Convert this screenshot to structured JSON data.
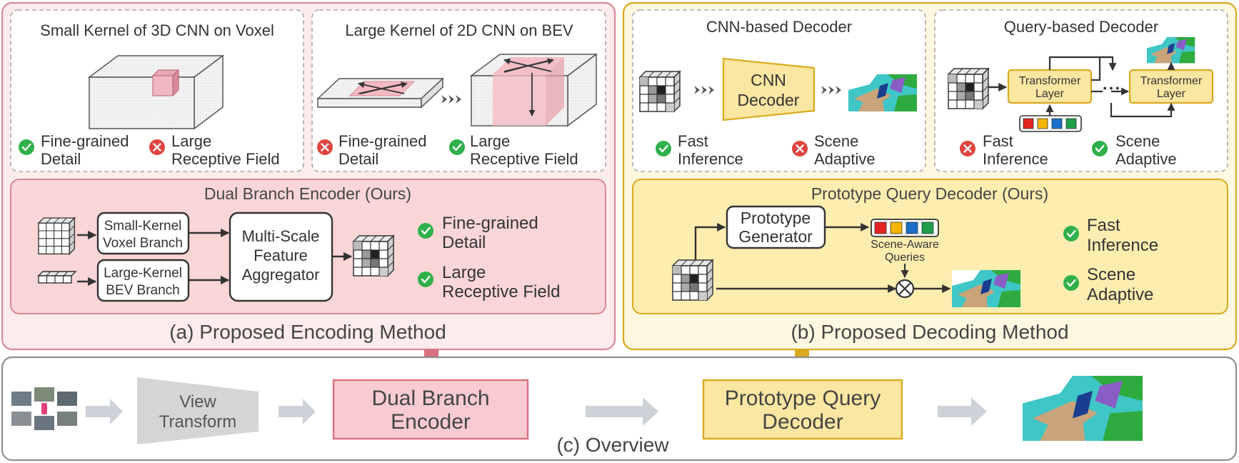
{
  "panel_a": {
    "title": "(a) Proposed Encoding Method",
    "small_kernel": {
      "title": "Small Kernel of 3D CNN on Voxel",
      "pro_line1": "Fine-grained",
      "pro_line2": "Detail",
      "con_line1": "Large",
      "con_line2": "Receptive Field"
    },
    "large_kernel": {
      "title": "Large Kernel of 2D CNN on BEV",
      "con_line1": "Fine-grained",
      "con_line2": "Detail",
      "pro_line1": "Large",
      "pro_line2": "Receptive Field"
    },
    "encoder": {
      "title": "Dual Branch Encoder (Ours)",
      "small_branch_line1": "Small-Kernel",
      "small_branch_line2": "Voxel Branch",
      "large_branch_line1": "Large-Kernel",
      "large_branch_line2": "BEV Branch",
      "aggregator_line1": "Multi-Scale",
      "aggregator_line2": "Feature",
      "aggregator_line3": "Aggregator",
      "benefit1_line1": "Fine-grained",
      "benefit1_line2": "Detail",
      "benefit2_line1": "Large",
      "benefit2_line2": "Receptive Field"
    }
  },
  "panel_b": {
    "title": "(b) Proposed Decoding Method",
    "cnn_decoder": {
      "title": "CNN-based Decoder",
      "block_line1": "CNN",
      "block_line2": "Decoder",
      "pro_line1": "Fast",
      "pro_line2": "Inference",
      "con_line1": "Scene",
      "con_line2": "Adaptive"
    },
    "query_decoder": {
      "title": "Query-based Decoder",
      "layer1_line1": "Transformer",
      "layer1_line2": "Layer",
      "layer2_line1": "Transformer",
      "layer2_line2": "Layer",
      "ellipsis": "• • •",
      "con_line1": "Fast",
      "con_line2": "Inference",
      "pro_line1": "Scene",
      "pro_line2": "Adaptive"
    },
    "prototype": {
      "title": "Prototype Query Decoder (Ours)",
      "generator_line1": "Prototype",
      "generator_line2": "Generator",
      "queries_line1": "Scene-Aware",
      "queries_line2": "Queries",
      "benefit1_line1": "Fast",
      "benefit1_line2": "Inference",
      "benefit2_line1": "Scene",
      "benefit2_line2": "Adaptive"
    }
  },
  "panel_c": {
    "title": "(c) Overview",
    "view_line1": "View",
    "view_line2": "Transform",
    "encoder_line1": "Dual Branch",
    "encoder_line2": "Encoder",
    "decoder_line1": "Prototype Query",
    "decoder_line2": "Decoder"
  },
  "colors": {
    "pink_fill": "#fce8e8",
    "pink_dark_fill": "#fbd6d6",
    "pink_border": "#d98a96",
    "yellow_fill": "#fff8e1",
    "yellow_dark_fill": "#fdeeb0",
    "yellow_border": "#d9aa1e",
    "block_yellow": "#fbe6a2",
    "check_green": "#2fb04a",
    "cross_red": "#e0443e",
    "query_colors": [
      "#e32420",
      "#f5b400",
      "#1a6fc9",
      "#1f9e4a"
    ]
  }
}
